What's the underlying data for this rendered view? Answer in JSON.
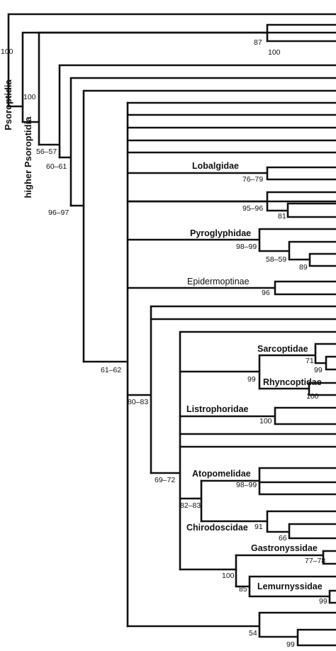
{
  "groups": {
    "psoroptidia": "Psoroptidia",
    "higher_psoroptidia": "higher Psoroptidia"
  },
  "families": {
    "lobalgidae": "Lobalgidae",
    "pyroglyphidae": "Pyroglyphidae",
    "epidermoptinae": "Epidermoptinae",
    "sarcoptidae": "Sarcoptidae",
    "rhyncoptidae": "Rhyncoptidae",
    "listrophoridae": "Listrophoridae",
    "atopomelidae": "Atopomelidae",
    "chirodoscidae": "Chirodoscidae",
    "gastronyssidae": "Gastronyssidae",
    "lemurnyssidae": "Lemurnyssidae"
  },
  "support": {
    "psoroptidia": "100",
    "higher": "100",
    "n56_57": "56–57",
    "n60_61": "60–61",
    "n96_97": "96–97",
    "n61_62": "61–62",
    "n80_83": "80–83",
    "n69_72": "69–72",
    "n82_83": "82–83",
    "n87": "87",
    "n100_top": "100",
    "lobalgidae": "76–79",
    "n95_96": "95–96",
    "n81": "81",
    "pyroglyphidae": "98–99",
    "n58_59": "58–59",
    "n89": "89",
    "epidermoptinae": "96",
    "n71": "71",
    "n99_sarc": "99",
    "n99_sr": "99",
    "n100_rhyn": "100",
    "listrophoridae": "100",
    "atopomelidae": "98–99",
    "chirodoscidae": "91",
    "n66": "66",
    "gastronyssidae": "77–78",
    "n100_gl": "100",
    "n85": "85",
    "n99_lemur": "99",
    "n54": "54",
    "n99_bottom": "99"
  }
}
